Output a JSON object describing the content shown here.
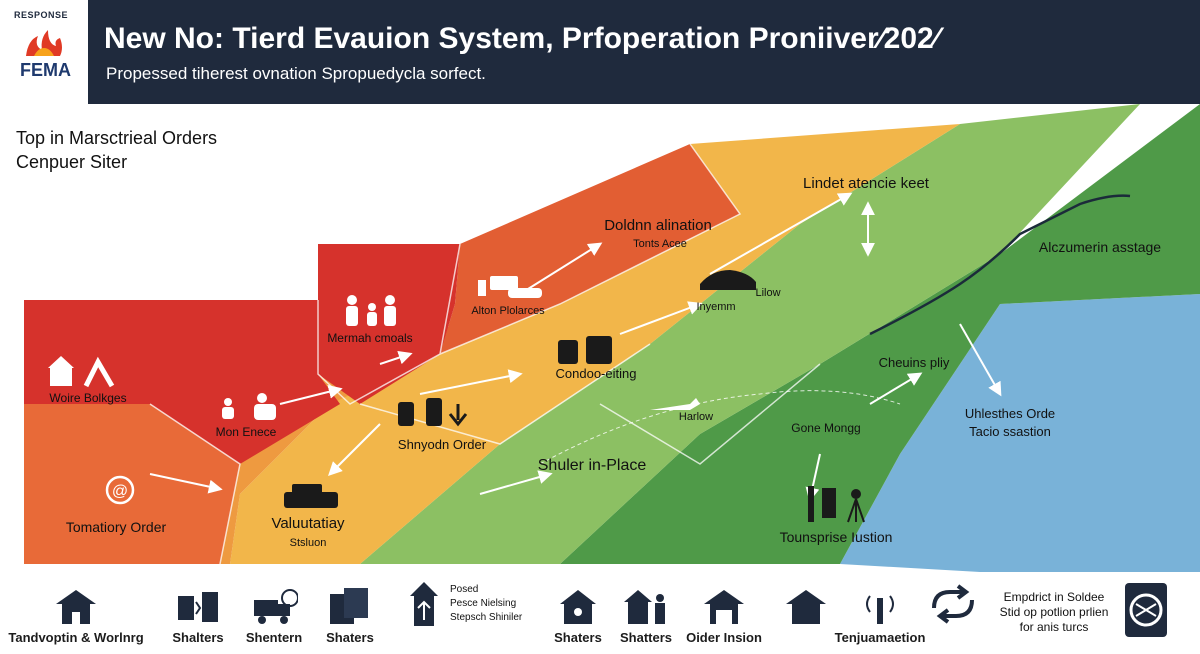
{
  "header": {
    "logo_arc": "RESPONSE",
    "logo_text": "FEMA",
    "title": "New No: Tierd Evauion System, Prfoperation Proniiver⁄202⁄",
    "subtitle": "Propessed tiherest ovnation Spropuedycla sorfect."
  },
  "side_note": {
    "line1": "Top in Marsctrieal Orders",
    "line2": "Cenpuer Siter"
  },
  "map": {
    "labels": {
      "woire_bolkges": "Woire Bolkges",
      "mon_enece": "Mon Enece",
      "tomatiory_order": "Tomatiory Order",
      "mermah_cmoals": "Mermah cmoals",
      "alton_plolarces": "Alton Plolarces",
      "doldnn_alination": "Doldnn alination",
      "tonts_acee": "Tonts Acee",
      "lindet_atencie_keet": "Lindet atencie keet",
      "lilow": "Lilow",
      "inyemm": "Inyemm",
      "condoo_eiting": "Condoo-eiting",
      "shnyodn_order": "Shnyodn Order",
      "valuutatiay": "Valuutatiay",
      "stsluon": "Stsluon",
      "shuler_in_place": "Shuler in-Place",
      "harlow": "Harlow",
      "gone_mongg": "Gone Mongg",
      "cheuins_pliy": "Cheuins pliy",
      "alczumerin_asstage": "Alczumerin asstage",
      "uhlesthes_orde": "Uhlesthes Orde",
      "tacio_ssastion": "Tacio ssastion",
      "tounsprise_iustion": "Tounsprise Iustion"
    }
  },
  "legend": {
    "items": [
      {
        "label": "Tandvoptin & Worlnrg",
        "icon": "house-icon"
      },
      {
        "label": "Shalters",
        "icon": "speaker-icon"
      },
      {
        "label": "Shentern",
        "icon": "shelter-house-icon"
      },
      {
        "label": "Shaters",
        "icon": "truck-icon"
      },
      {
        "label": "Shaters",
        "icon": "document-icon"
      },
      {
        "label": "Shatters",
        "icon": "family-house-icon"
      },
      {
        "label": "Oider Insion",
        "icon": "people-icon"
      },
      {
        "label": "Tenjuamaetion",
        "icon": "antenna-icon"
      }
    ],
    "small_block": {
      "line1": "Posed",
      "line2": "Pesce Nielsing",
      "line3": "Stepsch Shiniler"
    },
    "note": {
      "line1": "Empdrict in Soldee",
      "line2": "Stid op potlion prlien",
      "line3": "for anis turcs"
    }
  },
  "colors": {
    "header_bg": "#1f2a3d",
    "zone_red": "#d6322c",
    "zone_orange_red": "#e25e33",
    "zone_orange": "#ee9a40",
    "zone_yellow": "#f2b64a",
    "zone_light_green": "#8cc063",
    "zone_green": "#4f9a48",
    "zone_blue": "#79b2d8"
  }
}
